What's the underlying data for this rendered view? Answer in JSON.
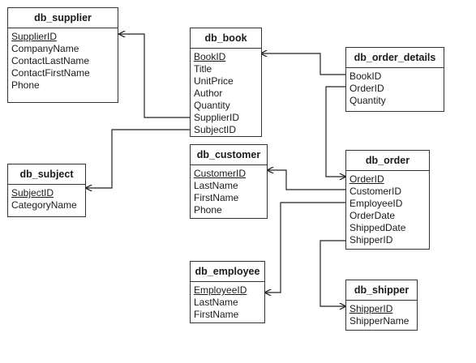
{
  "tables": {
    "supplier": {
      "title": "db_supplier",
      "fields": [
        "SupplierID",
        "CompanyName",
        "ContactLastName",
        "ContactFirstName",
        "Phone"
      ]
    },
    "book": {
      "title": "db_book",
      "fields": [
        "BookID",
        "Title",
        "UnitPrice",
        "Author",
        "Quantity",
        "SupplierID",
        "SubjectID"
      ]
    },
    "order_details": {
      "title": "db_order_details",
      "fields": [
        "BookID",
        "OrderID",
        "Quantity"
      ]
    },
    "subject": {
      "title": "db_subject",
      "fields": [
        "SubjectID",
        "CategoryName"
      ]
    },
    "customer": {
      "title": "db_customer",
      "fields": [
        "CustomerID",
        "LastName",
        "FirstName",
        "Phone"
      ]
    },
    "order": {
      "title": "db_order",
      "fields": [
        "OrderID",
        "CustomerID",
        "EmployeeID",
        "OrderDate",
        "ShippedDate",
        "ShipperID"
      ]
    },
    "employee": {
      "title": "db_employee",
      "fields": [
        "EmployeeID",
        "LastName",
        "FirstName"
      ]
    },
    "shipper": {
      "title": "db_shipper",
      "fields": [
        "ShipperID",
        "ShipperName"
      ]
    }
  }
}
